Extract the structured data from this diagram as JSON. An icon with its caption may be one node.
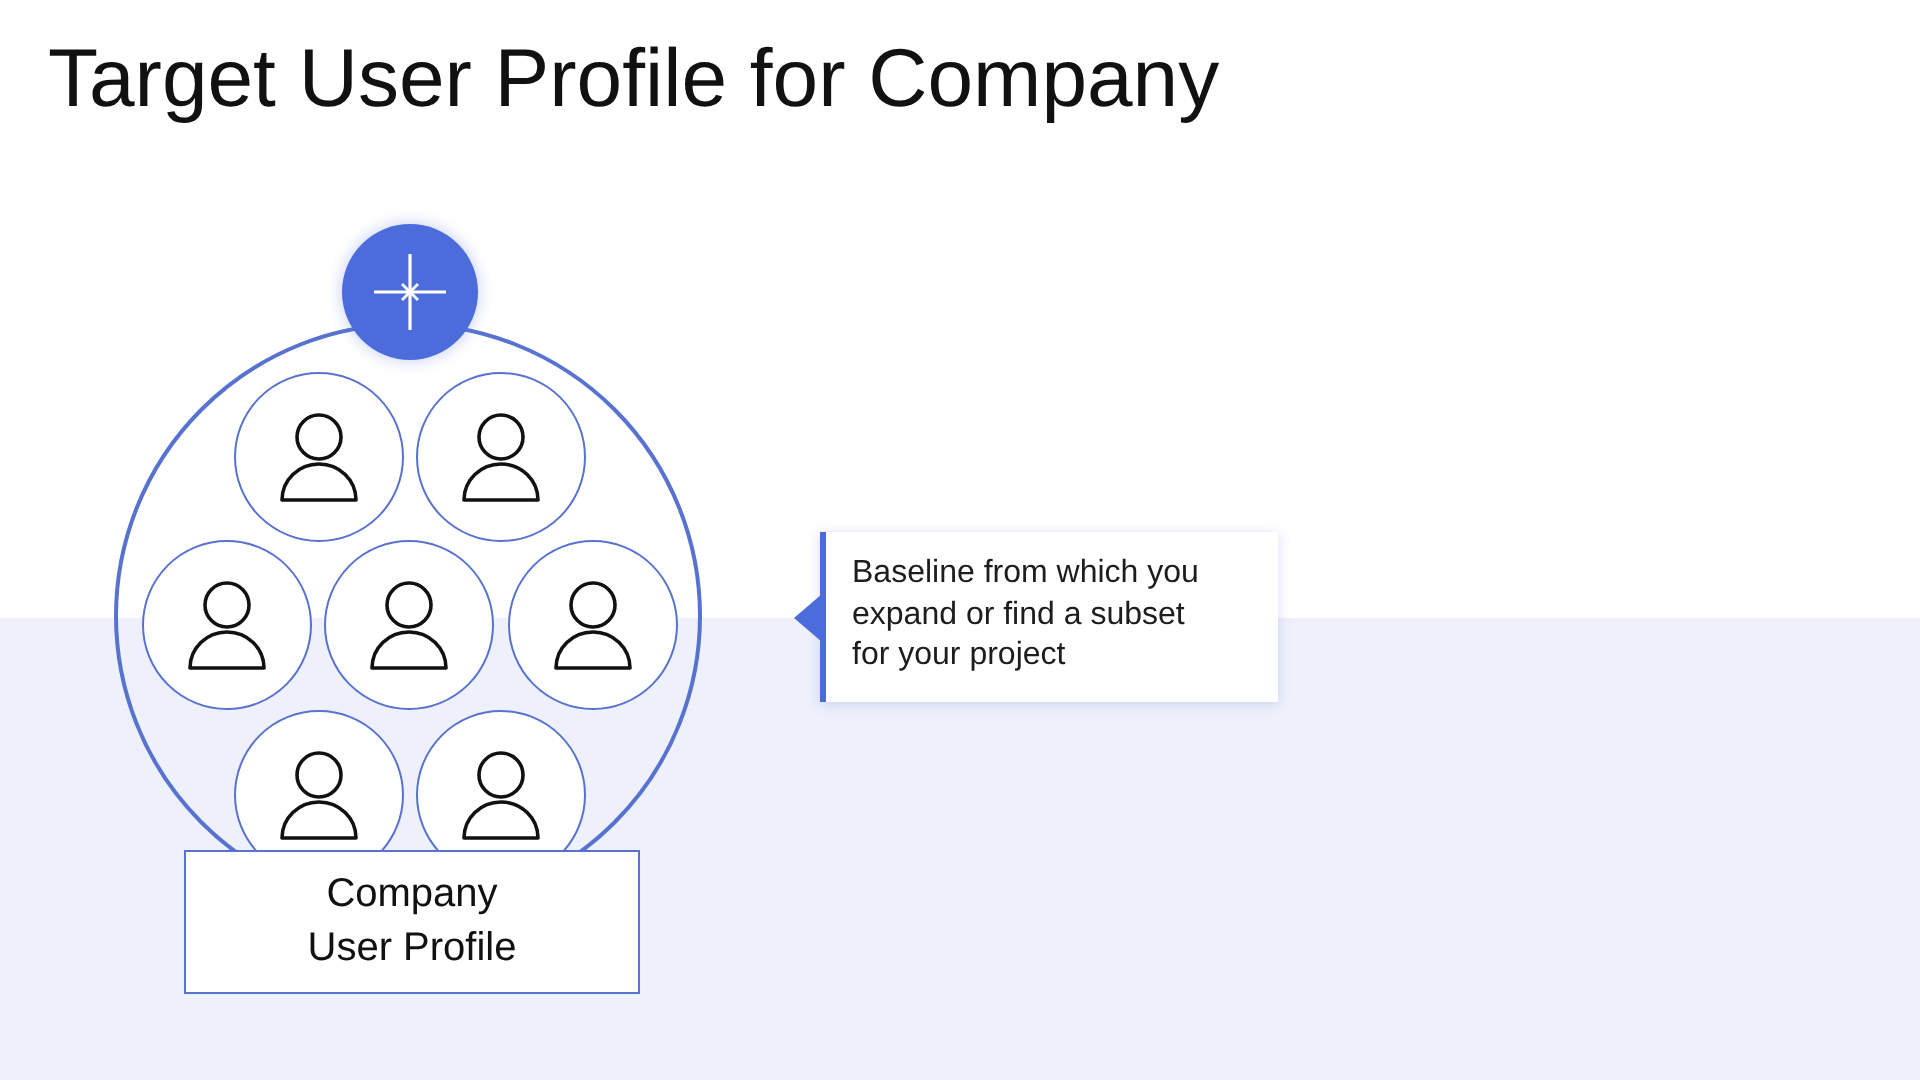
{
  "diagram": {
    "title": "Target User Profile for Company",
    "nodes": [
      {
        "text": [],
        "shape": "circle"
      },
      {
        "text": [],
        "shape": "person",
        "in": 0
      },
      {
        "text": [],
        "shape": "person",
        "in": 0
      },
      {
        "text": [],
        "shape": "person",
        "in": 0
      },
      {
        "text": [],
        "shape": "person",
        "in": 0
      },
      {
        "text": [],
        "shape": "person",
        "in": 0
      },
      {
        "text": [],
        "shape": "person",
        "in": 0
      },
      {
        "text": [],
        "shape": "person",
        "in": 0
      },
      {
        "text": [
          "Company User Profile"
        ]
      },
      {
        "text": [
          "Baseline from which you expand or find a subset for your project"
        ]
      }
    ]
  }
}
